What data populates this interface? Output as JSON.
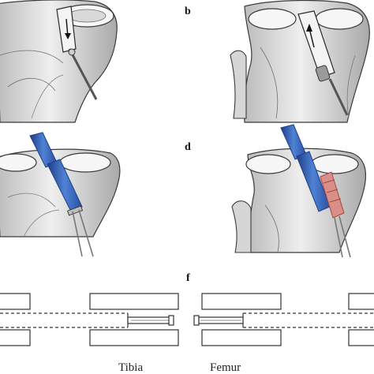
{
  "figure": {
    "panels": {
      "b": "b",
      "d": "d",
      "f": "f"
    },
    "captions": {
      "tibia": "Tibia",
      "femur": "Femur"
    },
    "colors": {
      "background": "#ffffff",
      "bone_light": "#efefef",
      "bone_mid": "#c9c9c9",
      "bone_dark": "#8f8f8f",
      "outline": "#3a3a3a",
      "instrument_blue": "#3f6fc4",
      "instrument_blue_dark": "#1f3f86",
      "graft_red": "#c0574f",
      "wire_grey": "#8a8a8a"
    }
  }
}
